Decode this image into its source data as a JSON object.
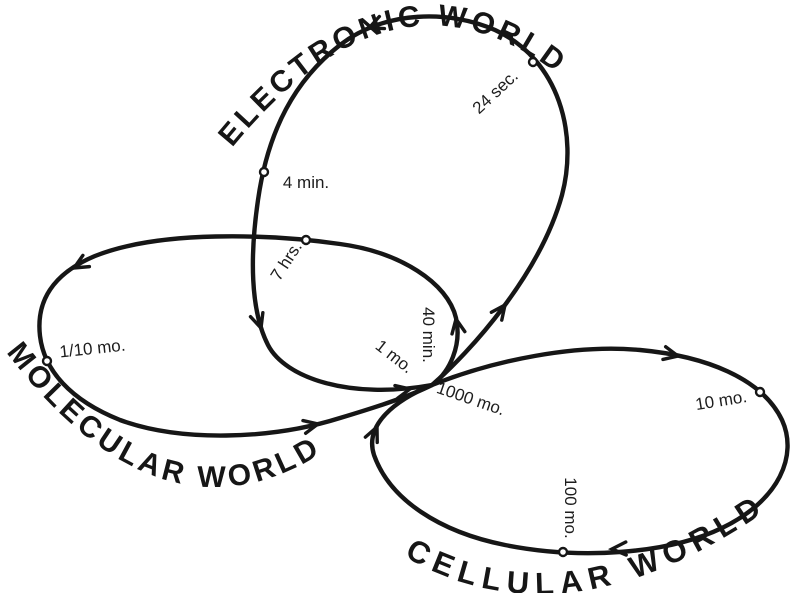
{
  "worlds": {
    "electronic": {
      "label": "ELECTRONIC WORLD"
    },
    "molecular": {
      "label": "MOLECULAR WORLD"
    },
    "cellular": {
      "label": "CELLULAR WORLD"
    }
  },
  "time_markers": {
    "t24sec": "24 sec.",
    "t4min": "4 min.",
    "t7hrs": "7 hrs.",
    "t40min": "40 min.",
    "t1mo": "1 mo.",
    "t1000mo": "1000 mo.",
    "t110mo": "1/10 mo.",
    "t10mo": "10 mo.",
    "t100mo": "100 mo."
  },
  "colors": {
    "ink": "#161616",
    "background": "#ffffff"
  }
}
